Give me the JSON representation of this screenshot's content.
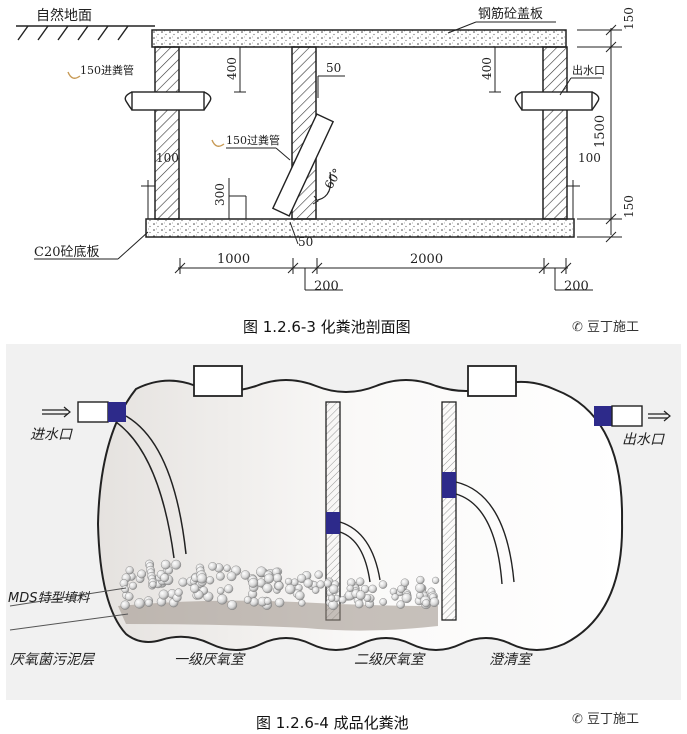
{
  "section_diagram": {
    "labels": {
      "ground": "自然地面",
      "cover_slab": "钢筋砼盖板",
      "inlet_pipe": "150进粪管",
      "transfer_pipe": "150过粪管",
      "outlet": "出水口",
      "base_slab": "C20砼底板",
      "angle": "60°"
    },
    "dimensions": {
      "top_150": "150",
      "bottom_150": "150",
      "height_1500": "1500",
      "d400_left": "400",
      "d400_right": "400",
      "d50_top": "50",
      "d50_bottom": "50",
      "d300": "300",
      "d100_left": "100",
      "d100_right": "100",
      "len_1000": "1000",
      "len_2000": "2000",
      "wall_200_left": "200",
      "wall_200_right": "200"
    },
    "caption": "图 1.2.6-3  化粪池剖面图"
  },
  "product_diagram": {
    "labels": {
      "inlet": "进水口",
      "outlet": "出水口",
      "filler": "MDS特型填料",
      "sludge": "厌氧菌污泥层",
      "chamber1": "一级厌氧室",
      "chamber2": "二级厌氧室",
      "clarifier": "澄清室"
    },
    "caption": "图 1.2.6-4  成品化粪池"
  },
  "watermark": "豆丁施工",
  "colors": {
    "pipe_joint": "#2d2a8a",
    "panel_bg": "#f1f1f1",
    "line": "#222222"
  }
}
